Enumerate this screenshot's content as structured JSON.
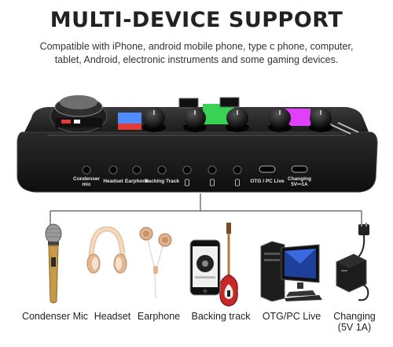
{
  "header": {
    "title": "MULTI-DEVICE SUPPORT",
    "subtitle_line1": "Compatible with iPhone, android mobile phone, type c phone, computer,",
    "subtitle_line2": "tablet, Android, electronic instruments and some gaming devices."
  },
  "ports": [
    {
      "label": "Condenser",
      "label2": "mic"
    },
    {
      "label": "Headset",
      "label2": ""
    },
    {
      "label": "Earphone",
      "label2": ""
    },
    {
      "label": "Backing Track",
      "label2": ""
    },
    {
      "label": "OTG / PC Live",
      "label2": ""
    },
    {
      "label": "Changing",
      "label2": "5V⎓1A"
    }
  ],
  "accessories": [
    {
      "label": "Condenser Mic",
      "label2": "",
      "icon": "microphone-icon"
    },
    {
      "label": "Headset",
      "label2": "",
      "icon": "headphones-icon"
    },
    {
      "label": "Earphone",
      "label2": "",
      "icon": "earphones-icon"
    },
    {
      "label": "Backing track",
      "label2": "",
      "icon": "phone-guitar-icon"
    },
    {
      "label": "OTG/PC Live",
      "label2": "",
      "icon": "computer-icon"
    },
    {
      "label": "Changing",
      "label2": "(5V 1A)",
      "icon": "power-adapter-icon"
    }
  ],
  "colors": {
    "device_body": "#1b1b1b",
    "knob": "#0d0d0d",
    "accent_green": "#39d353",
    "accent_magenta": "#e040fb",
    "accent_red": "#e53935",
    "accent_blue": "#4f8cff",
    "line": "#555555"
  }
}
